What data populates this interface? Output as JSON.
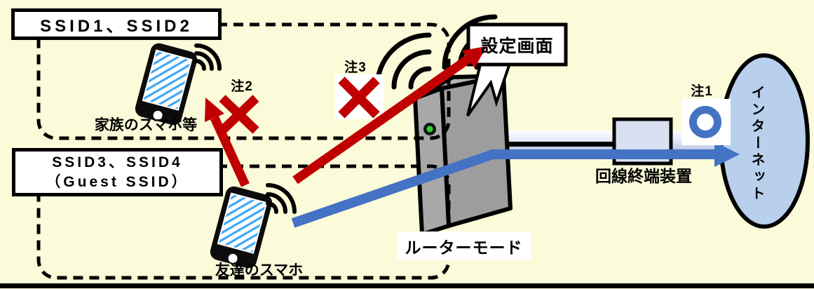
{
  "diagram": {
    "ssid_box1": {
      "label": "SSID1、SSID2"
    },
    "ssid_box2": {
      "line1": "SSID3、SSID4",
      "line2": "（Guest SSID）"
    },
    "family_phone": {
      "label": "家族のスマホ等"
    },
    "friend_phone": {
      "label": "友達のスマホ"
    },
    "router": {
      "label": "ルーターモード"
    },
    "settings_callout": {
      "label": "設定画面"
    },
    "line_terminal": {
      "label": "回線終端装置"
    },
    "internet": {
      "label": "インターネット"
    },
    "notes": {
      "note1": "注1",
      "note2": "注2",
      "note3": "注3"
    }
  },
  "icons": {
    "wifi": "wifi-signal-arcs",
    "blocked": "red-x-mark",
    "allowed": "blue-ring-circle",
    "led": "green-status-led"
  },
  "colors": {
    "background": "#FBFBD9",
    "arrow_red": "#C00000",
    "arrow_blue": "#4472C4",
    "internet_fill": "#B8D0EC",
    "terminal_fill": "#D9E0F2",
    "router_gray": "#9D9D9D",
    "led_green": "#2ED32E",
    "screen_stripes": "#3FA9F5"
  }
}
